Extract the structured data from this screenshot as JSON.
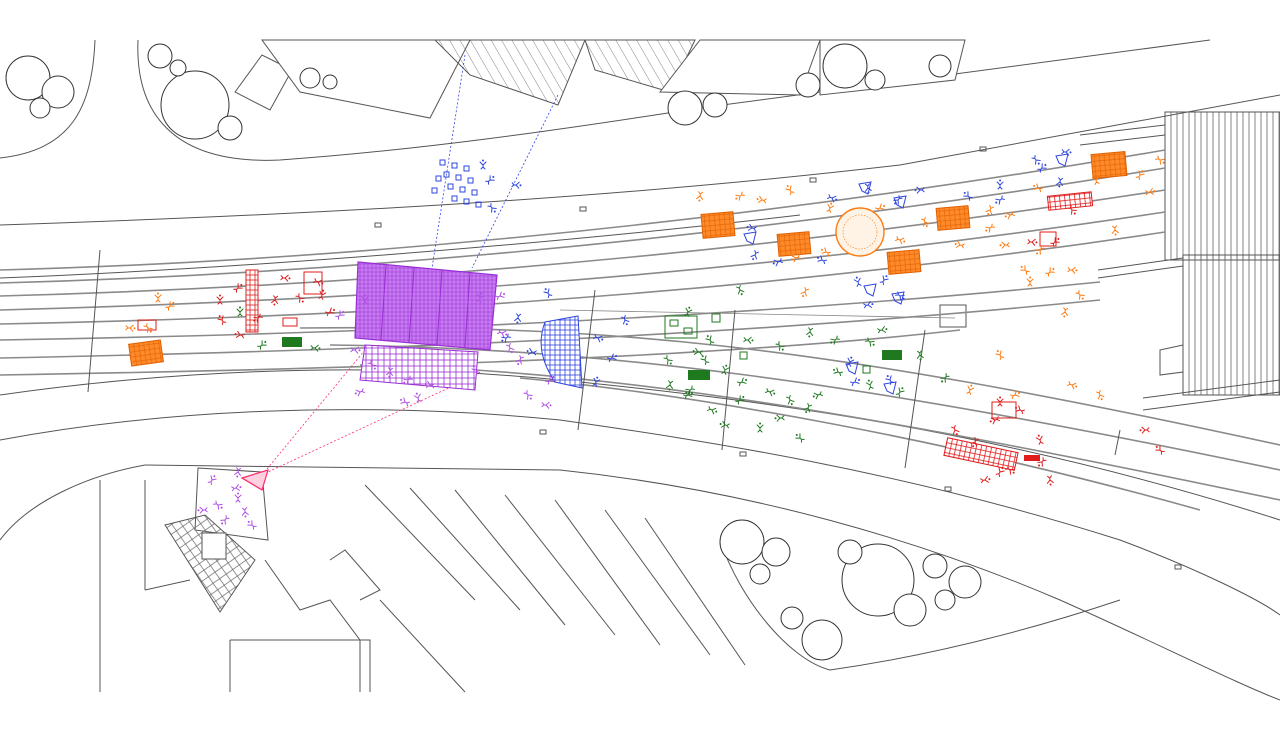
{
  "palette": {
    "purple": "#b04fe6",
    "blue": "#2f45e0",
    "orange": "#ff7a10",
    "red": "#e01c1c",
    "green": "#1f7a1f",
    "pink": "#ff2a6a",
    "line": "#555555",
    "rail": "#8a8a8a"
  },
  "icons": {
    "person": "figure-icon",
    "tree": "tree-icon",
    "bench": "bench-icon",
    "table": "table-icon"
  },
  "groups": [
    "purple-activity",
    "blue-activity",
    "orange-activity",
    "red-activity",
    "green-activity"
  ]
}
